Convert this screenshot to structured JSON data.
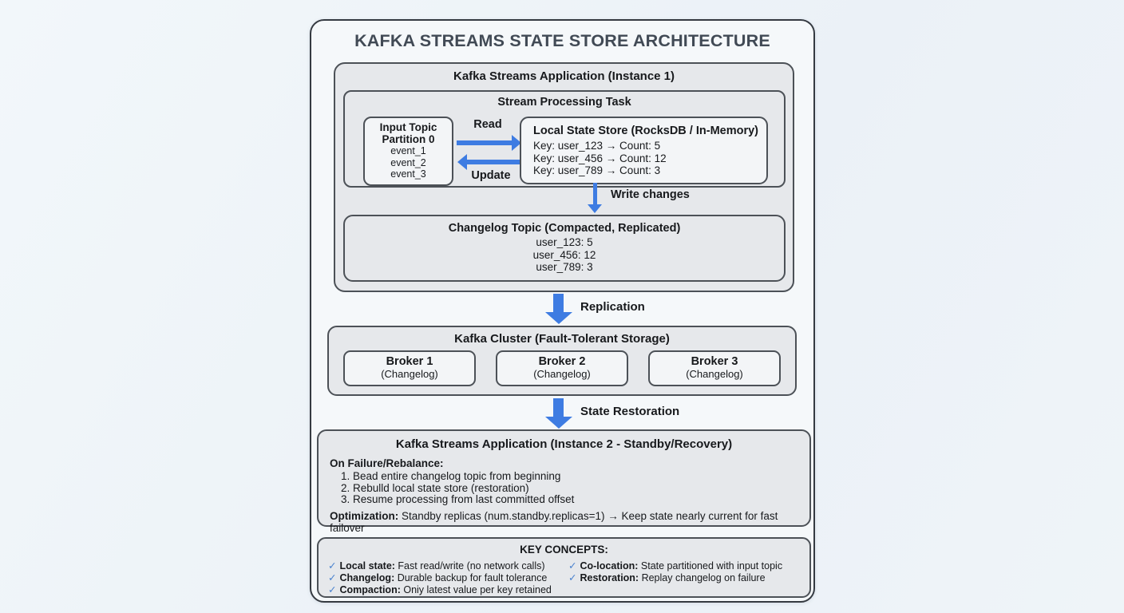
{
  "title": "KAFKA STREAMS STATE STORE ARCHITECTURE",
  "colors": {
    "accent_blue": "#3e7ce2",
    "check_blue": "#4c83cf"
  },
  "instance1": {
    "title": "Kafka Streams Application (Instance 1)",
    "task": {
      "title": "Stream Processing Task",
      "input_topic": {
        "title_line1": "Input Topic",
        "title_line2": "Partition 0",
        "events": [
          "event_1",
          "event_2",
          "event_3"
        ]
      },
      "read_label": "Read",
      "update_label": "Update",
      "state_store": {
        "title": "Local State Store (RocksDB / In-Memory)",
        "entries": [
          "Key: user_123 → Count: 5",
          "Key: user_456 → Count: 12",
          "Key: user_789 → Count: 3"
        ]
      }
    },
    "write_changes_label": "Write changes",
    "changelog": {
      "title": "Changelog Topic (Compacted, Replicated)",
      "entries": [
        "user_123: 5",
        "user_456: 12",
        "user_789: 3"
      ]
    }
  },
  "replication_label": "Replication",
  "cluster": {
    "title": "Kafka Cluster (Fault-Tolerant Storage)",
    "brokers": [
      {
        "name": "Broker 1",
        "subtitle": "(Changelog)"
      },
      {
        "name": "Broker 2",
        "subtitle": "(Changelog)"
      },
      {
        "name": "Broker 3",
        "subtitle": "(Changelog)"
      }
    ]
  },
  "state_restoration_label": "State Restoration",
  "instance2": {
    "title": "Kafka Streams Application (Instance 2 - Standby/Recovery)",
    "failure_heading": "On Failure/Rebalance:",
    "steps": [
      "1. Bead entire changelog topic from beginning",
      "2. Rebulld local state store (restoration)",
      "3. Resume processing from last committed offset"
    ],
    "optimization_label": "Optimization:",
    "optimization_text": " Standby replicas (num.standby.replicas=1) → Keep state nearly current for fast failover"
  },
  "key_concepts": {
    "title": "KEY CONCEPTS:",
    "check_icon": "✓",
    "left": [
      {
        "label": "Local state:",
        "text": " Fast read/write (no network calls)"
      },
      {
        "label": "Changelog:",
        "text": " Durable backup for fault tolerance"
      },
      {
        "label": "Compaction:",
        "text": " Oniy latest value per key retained"
      }
    ],
    "right": [
      {
        "label": "Co-location:",
        "text": " State partitioned with input topic"
      },
      {
        "label": "Restoration:",
        "text": " Replay changelog on failure"
      }
    ]
  }
}
